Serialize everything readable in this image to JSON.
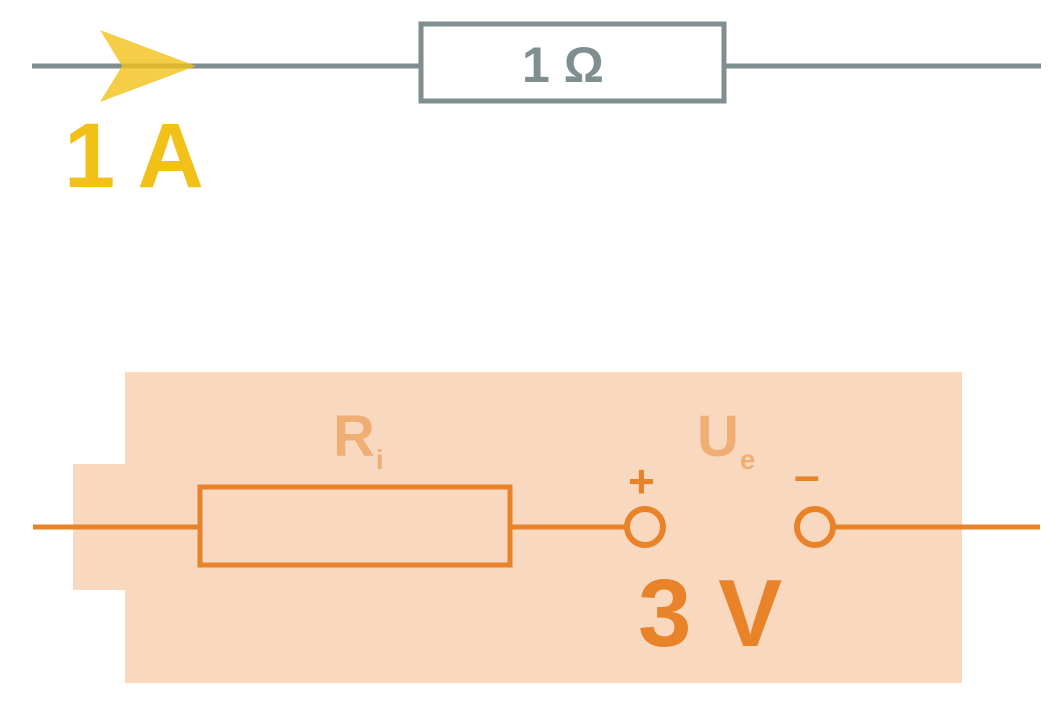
{
  "labels": {
    "load_resistance": "1 Ω",
    "current": "1 A",
    "internal_resistance_main": "R",
    "internal_resistance_sub": "i",
    "source_voltage_main": "U",
    "source_voltage_sub": "e",
    "terminal_plus": "+",
    "terminal_minus": "–",
    "voltage": "3 V"
  },
  "colors": {
    "wire_gray": "#7f8e8e",
    "source_orange": "#e8832a",
    "source_box_fill": "#f8d9c0",
    "label_orange_light": "#efae74",
    "current_yellow": "#f2c118"
  }
}
